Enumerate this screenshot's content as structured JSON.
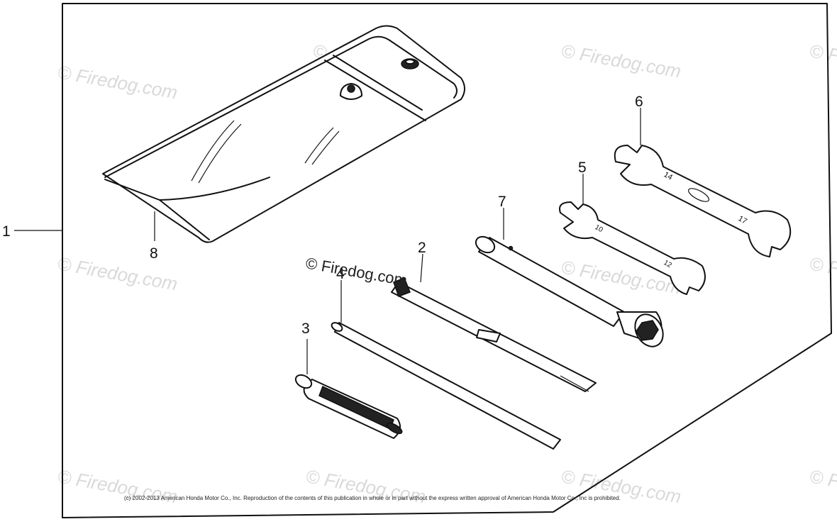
{
  "callouts": {
    "c1": "1",
    "c2": "2",
    "c3": "3",
    "c4": "4",
    "c5": "5",
    "c6": "6",
    "c7": "7",
    "c8": "8"
  },
  "watermark": {
    "repeat_text": "© Firedog.com",
    "center_text": "© Firedog.com"
  },
  "copyright": "(c) 2002-2013 American Honda Motor Co., Inc. Reproduction of the contents of this publication in whole or in part without the express written approval of American Honda Motor Co., Inc is prohibited."
}
